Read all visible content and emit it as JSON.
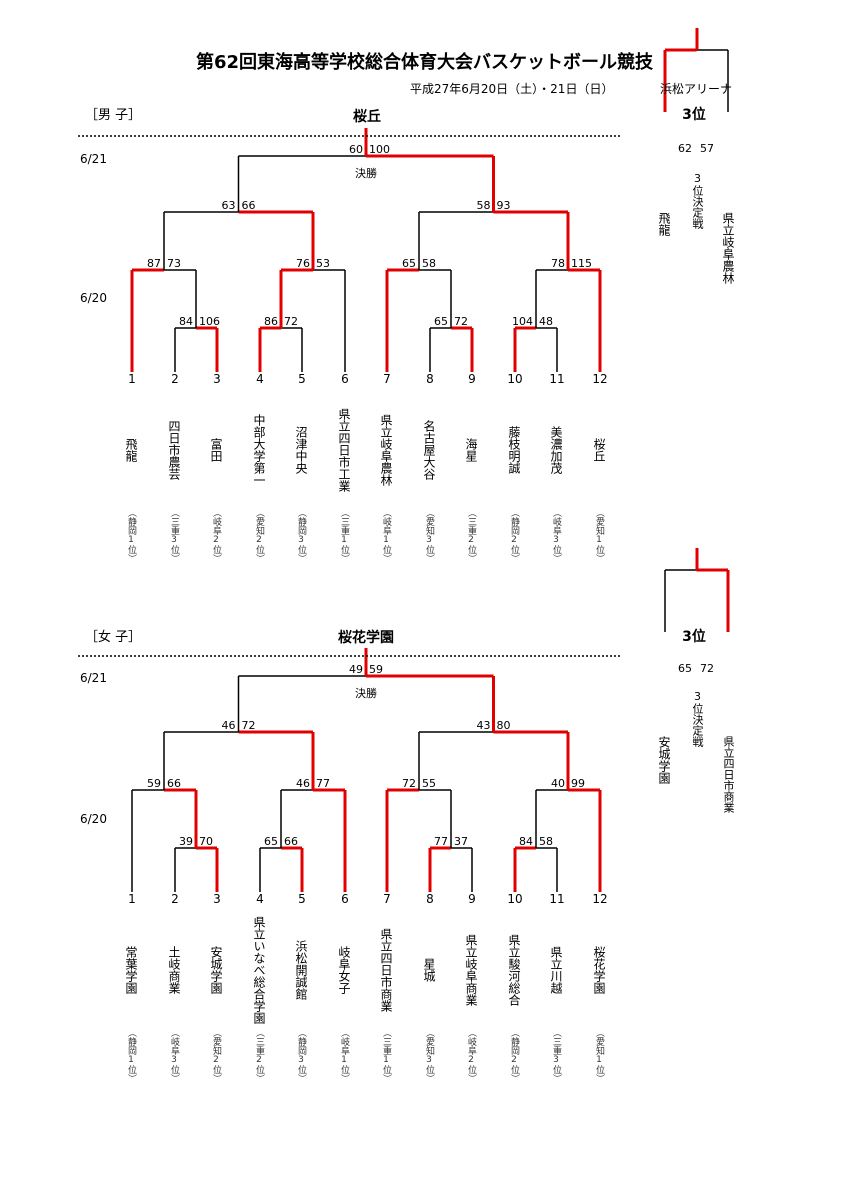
{
  "header": {
    "title": "第62回東海高等学校総合体育大会バスケットボール競技",
    "date_text": "平成27年6月20日（土）・21日（日）",
    "venue": "浜松アリーナ"
  },
  "labels": {
    "final": "決勝",
    "third_place_heading": "3位",
    "third_place_match": "3位決定戦",
    "date_day2": "6/21",
    "date_day1": "6/20"
  },
  "colors": {
    "winner_line": "#e00000",
    "line": "#000000"
  },
  "boys": {
    "section_label": "［男 子］",
    "champion": "桜丘",
    "teams": [
      {
        "num": "1",
        "name": "飛龍",
        "pref": "（静岡1位）"
      },
      {
        "num": "2",
        "name": "四日市農芸",
        "pref": "（三重3位）"
      },
      {
        "num": "3",
        "name": "富田",
        "pref": "（岐阜2位）"
      },
      {
        "num": "4",
        "name": "中部大学第一",
        "pref": "（愛知2位）"
      },
      {
        "num": "5",
        "name": "沼津中央",
        "pref": "（静岡3位）"
      },
      {
        "num": "6",
        "name": "県立四日市工業",
        "pref": "（三重1位）"
      },
      {
        "num": "7",
        "name": "県立岐阜農林",
        "pref": "（岐阜1位）"
      },
      {
        "num": "8",
        "name": "名古屋大谷",
        "pref": "（愛知3位）"
      },
      {
        "num": "9",
        "name": "海星",
        "pref": "（三重2位）"
      },
      {
        "num": "10",
        "name": "藤枝明誠",
        "pref": "（静岡2位）"
      },
      {
        "num": "11",
        "name": "美濃加茂",
        "pref": "（岐阜3位）"
      },
      {
        "num": "12",
        "name": "桜丘",
        "pref": "（愛知1位）"
      }
    ],
    "first_round": [
      {
        "left": "84",
        "right": "106"
      },
      {
        "left": "86",
        "right": "72"
      },
      {
        "left": "65",
        "right": "72"
      },
      {
        "left": "104",
        "right": "48"
      }
    ],
    "quarterfinals": [
      {
        "left": "87",
        "right": "73"
      },
      {
        "left": "76",
        "right": "53"
      },
      {
        "left": "65",
        "right": "58"
      },
      {
        "left": "78",
        "right": "115"
      }
    ],
    "semifinals": [
      {
        "left": "63",
        "right": "66"
      },
      {
        "left": "58",
        "right": "93"
      }
    ],
    "final": {
      "left": "60",
      "right": "100"
    },
    "third_place": {
      "left_team": "飛龍",
      "right_team": "県立岐阜農林",
      "left_score": "62",
      "right_score": "57"
    }
  },
  "girls": {
    "section_label": "［女 子］",
    "champion": "桜花学園",
    "teams": [
      {
        "num": "1",
        "name": "常葉学園",
        "pref": "（静岡1位）"
      },
      {
        "num": "2",
        "name": "土岐商業",
        "pref": "（岐阜3位）"
      },
      {
        "num": "3",
        "name": "安城学園",
        "pref": "（愛知2位）"
      },
      {
        "num": "4",
        "name": "県立いなべ総合学園",
        "pref": "（三重2位）"
      },
      {
        "num": "5",
        "name": "浜松開誠館",
        "pref": "（静岡3位）"
      },
      {
        "num": "6",
        "name": "岐阜女子",
        "pref": "（岐阜1位）"
      },
      {
        "num": "7",
        "name": "県立四日市商業",
        "pref": "（三重1位）"
      },
      {
        "num": "8",
        "name": "星城",
        "pref": "（愛知3位）"
      },
      {
        "num": "9",
        "name": "県立岐阜商業",
        "pref": "（岐阜2位）"
      },
      {
        "num": "10",
        "name": "県立駿河総合",
        "pref": "（静岡2位）"
      },
      {
        "num": "11",
        "name": "県立川越",
        "pref": "（三重3位）"
      },
      {
        "num": "12",
        "name": "桜花学園",
        "pref": "（愛知1位）"
      }
    ],
    "first_round": [
      {
        "left": "39",
        "right": "70"
      },
      {
        "left": "65",
        "right": "66"
      },
      {
        "left": "77",
        "right": "37"
      },
      {
        "left": "84",
        "right": "58"
      }
    ],
    "quarterfinals": [
      {
        "left": "59",
        "right": "66"
      },
      {
        "left": "46",
        "right": "77"
      },
      {
        "left": "72",
        "right": "55"
      },
      {
        "left": "40",
        "right": "99"
      }
    ],
    "semifinals": [
      {
        "left": "46",
        "right": "72"
      },
      {
        "left": "43",
        "right": "80"
      }
    ],
    "final": {
      "left": "49",
      "right": "59"
    },
    "third_place": {
      "left_team": "安城学園",
      "right_team": "県立四日市商業",
      "left_score": "65",
      "right_score": "72"
    }
  }
}
